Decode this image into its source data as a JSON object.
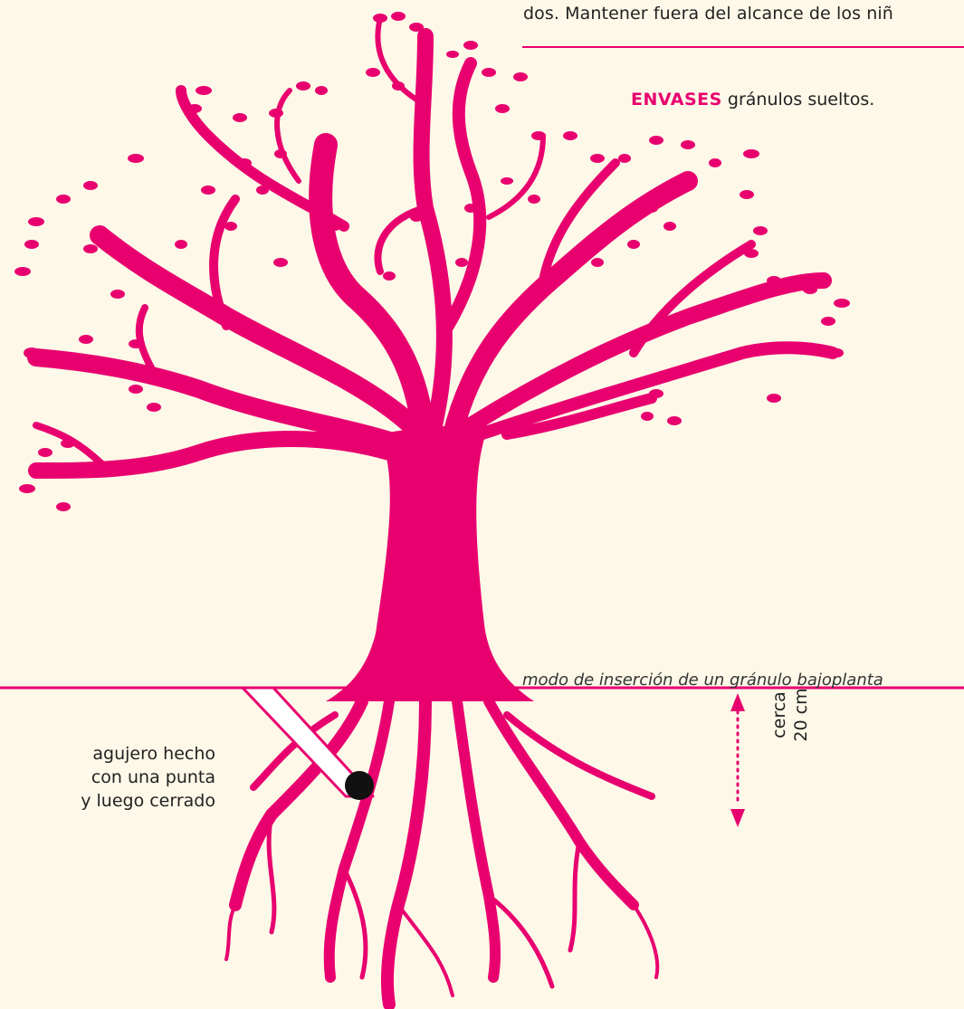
{
  "top_text": "dos. Mantener fuera del alcance de los niñ",
  "packaging": {
    "keyword": "ENVASES",
    "text": " gránulos sueltos."
  },
  "caption": "modo de inserción de un gránulo bajoplanta",
  "hole_label": {
    "line1": "agujero hecho",
    "line2": "con una punta",
    "line3": "y luego cerrado"
  },
  "depth_label": {
    "line1": "cerca",
    "line2": "20 cm"
  },
  "colors": {
    "accent": "#e8006f",
    "background": "#fdf8e8",
    "text": "#222222",
    "pellet": "#111111",
    "hole": "#ffffff"
  }
}
